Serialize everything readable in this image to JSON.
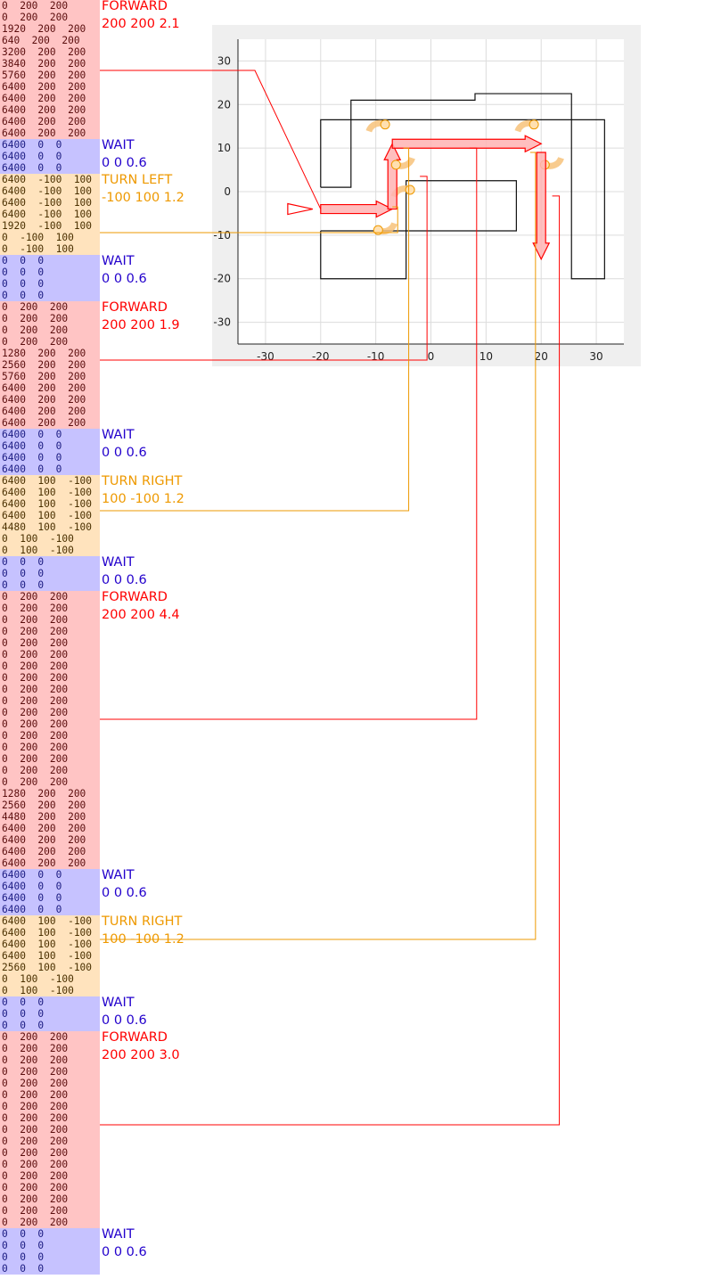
{
  "colors": {
    "forward": "#ff0000",
    "wait": "#2200cc",
    "turn": "#ee9900",
    "forward_bg": "#ffc4c4",
    "wait_bg": "#c6c2ff",
    "turn_bg": "#ffe3bd"
  },
  "segments": [
    {
      "type": "forward",
      "label": "FORWARD",
      "value": "200 200 2.1",
      "lines": [
        "0  200  200",
        "0  200  200",
        "1920  200  200",
        "640  200  200",
        "3200  200  200",
        "3840  200  200",
        "5760  200  200",
        "6400  200  200",
        "6400  200  200",
        "6400  200  200",
        "6400  200  200",
        "6400  200  200"
      ]
    },
    {
      "type": "wait",
      "label": "WAIT",
      "value": "0 0 0.6",
      "lines": [
        "6400  0  0",
        "6400  0  0",
        "6400  0  0"
      ]
    },
    {
      "type": "turn",
      "label": "TURN LEFT",
      "value": "-100 100 1.2",
      "lines": [
        "6400  -100  100",
        "6400  -100  100",
        "6400  -100  100",
        "6400  -100  100",
        "1920  -100  100",
        "0  -100  100",
        "0  -100  100"
      ]
    },
    {
      "type": "wait",
      "label": "WAIT",
      "value": "0 0 0.6",
      "lines": [
        "0  0  0",
        "0  0  0",
        "0  0  0",
        "0  0  0"
      ]
    },
    {
      "type": "forward",
      "label": "FORWARD",
      "value": "200 200 1.9",
      "lines": [
        "0  200  200",
        "0  200  200",
        "0  200  200",
        "0  200  200",
        "1280  200  200",
        "2560  200  200",
        "5760  200  200",
        "6400  200  200",
        "6400  200  200",
        "6400  200  200",
        "6400  200  200"
      ]
    },
    {
      "type": "wait",
      "label": "WAIT",
      "value": "0 0 0.6",
      "lines": [
        "6400  0  0",
        "6400  0  0",
        "6400  0  0",
        "6400  0  0"
      ]
    },
    {
      "type": "turn",
      "label": "TURN RIGHT",
      "value": "100 -100 1.2",
      "lines": [
        "6400  100  -100",
        "6400  100  -100",
        "6400  100  -100",
        "6400  100  -100",
        "4480  100  -100",
        "0  100  -100",
        "0  100  -100"
      ]
    },
    {
      "type": "wait",
      "label": "WAIT",
      "value": "0 0 0.6",
      "lines": [
        "0  0  0",
        "0  0  0",
        "0  0  0"
      ]
    },
    {
      "type": "forward",
      "label": "FORWARD",
      "value": "200 200 4.4",
      "lines": [
        "0  200  200",
        "0  200  200",
        "0  200  200",
        "0  200  200",
        "0  200  200",
        "0  200  200",
        "0  200  200",
        "0  200  200",
        "0  200  200",
        "0  200  200",
        "0  200  200",
        "0  200  200",
        "0  200  200",
        "0  200  200",
        "0  200  200",
        "0  200  200",
        "0  200  200",
        "1280  200  200",
        "2560  200  200",
        "4480  200  200",
        "6400  200  200",
        "6400  200  200",
        "6400  200  200",
        "6400  200  200"
      ]
    },
    {
      "type": "wait",
      "label": "WAIT",
      "value": "0 0 0.6",
      "lines": [
        "6400  0  0",
        "6400  0  0",
        "6400  0  0",
        "6400  0  0"
      ]
    },
    {
      "type": "turn",
      "label": "TURN RIGHT",
      "value": "100 -100 1.2",
      "lines": [
        "6400  100  -100",
        "6400  100  -100",
        "6400  100  -100",
        "6400  100  -100",
        "2560  100  -100",
        "0  100  -100",
        "0  100  -100"
      ]
    },
    {
      "type": "wait",
      "label": "WAIT",
      "value": "0 0 0.6",
      "lines": [
        "0  0  0",
        "0  0  0",
        "0  0  0"
      ]
    },
    {
      "type": "forward",
      "label": "FORWARD",
      "value": "200 200 3.0",
      "lines": [
        "0  200  200",
        "0  200  200",
        "0  200  200",
        "0  200  200",
        "0  200  200",
        "0  200  200",
        "0  200  200",
        "0  200  200",
        "0  200  200",
        "0  200  200",
        "0  200  200",
        "0  200  200",
        "0  200  200",
        "0  200  200",
        "0  200  200",
        "0  200  200",
        "0  200  200"
      ]
    },
    {
      "type": "wait",
      "label": "WAIT",
      "value": "0 0 0.6",
      "lines": [
        "0  0  0",
        "0  0  0",
        "0  0  0",
        "0  0  0"
      ]
    }
  ],
  "chart_data": {
    "type": "scatter",
    "xlim": [
      -35,
      35
    ],
    "ylim": [
      -35,
      35
    ],
    "x_ticks": [
      -30,
      -20,
      -10,
      0,
      10,
      20,
      30
    ],
    "y_ticks": [
      -30,
      -20,
      -10,
      0,
      10,
      20,
      30
    ],
    "grid": true,
    "start_marker": {
      "x": -25,
      "y": -4
    },
    "obstacles": [
      [
        [
          -20,
          1
        ],
        [
          -20,
          16.5
        ],
        [
          31.5,
          16.5
        ],
        [
          31.5,
          -20
        ],
        [
          25.5,
          -20
        ],
        [
          25.5,
          16.5
        ]
      ],
      [
        [
          -20,
          1
        ],
        [
          -14.5,
          1
        ],
        [
          -14.5,
          21
        ],
        [
          8,
          21
        ],
        [
          8,
          22.5
        ],
        [
          25.5,
          22.5
        ],
        [
          25.5,
          16.5
        ]
      ],
      [
        [
          -20,
          -9
        ],
        [
          -20,
          -20
        ],
        [
          -4.5,
          -20
        ],
        [
          -4.5,
          2.5
        ],
        [
          15.5,
          2.5
        ],
        [
          15.5,
          -9
        ],
        [
          -20,
          -9
        ]
      ]
    ],
    "path": [
      {
        "type": "forward",
        "from": [
          -20,
          -4
        ],
        "to": [
          -7,
          -4
        ]
      },
      {
        "type": "turn",
        "direction": "left",
        "at": [
          -7,
          -4
        ]
      },
      {
        "type": "forward",
        "from": [
          -7,
          -4
        ],
        "to": [
          -7,
          11
        ]
      },
      {
        "type": "turn",
        "direction": "right",
        "at": [
          -7,
          11
        ]
      },
      {
        "type": "forward",
        "from": [
          -7,
          11
        ],
        "to": [
          20,
          11
        ]
      },
      {
        "type": "turn",
        "direction": "right",
        "at": [
          20,
          11
        ]
      },
      {
        "type": "forward",
        "from": [
          20,
          9
        ],
        "to": [
          20,
          -15.5
        ]
      }
    ]
  }
}
